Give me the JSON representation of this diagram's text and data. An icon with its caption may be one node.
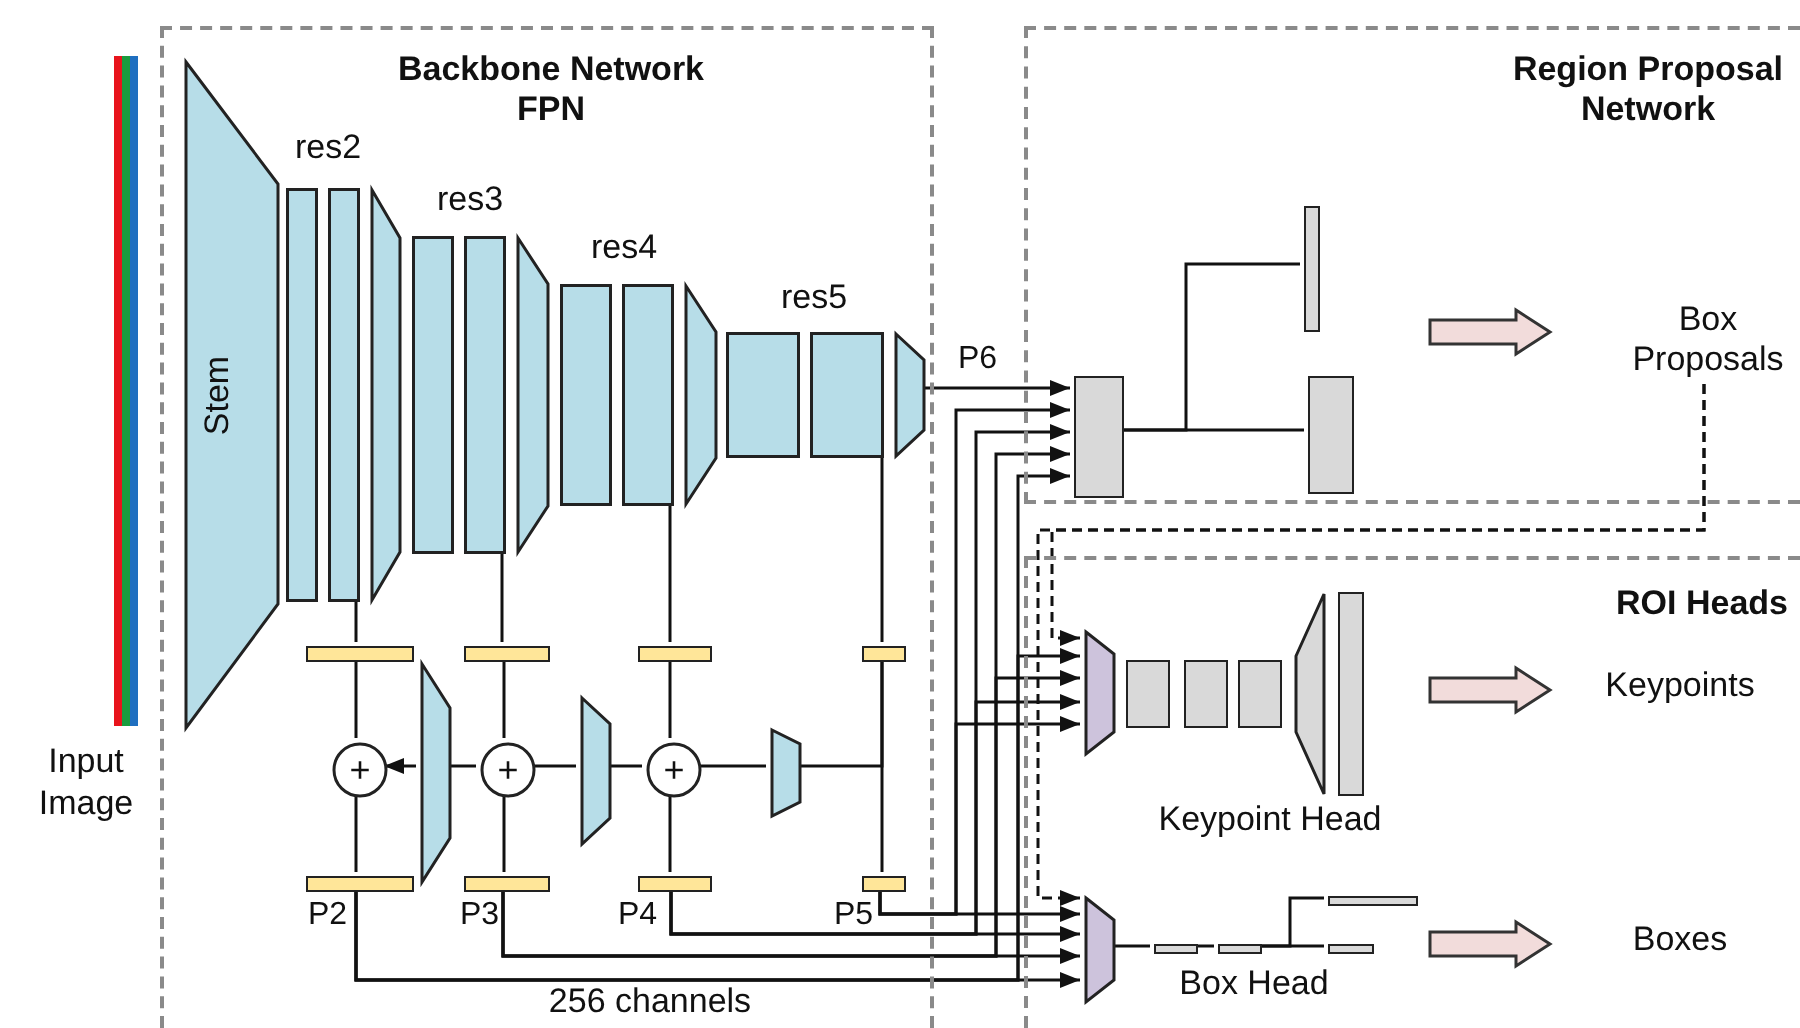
{
  "diagram": {
    "nodes": [
      {
        "text": [
          "Input Image"
        ]
      },
      {
        "text": [
          "Backbone Network FPN"
        ]
      },
      {
        "text": [
          "Stem"
        ],
        "in": 1
      },
      {
        "text": [
          "res2"
        ],
        "in": 1
      },
      {
        "text": [
          "res3"
        ],
        "in": 1
      },
      {
        "text": [
          "res4"
        ],
        "in": 1
      },
      {
        "text": [
          "res5"
        ],
        "in": 1
      },
      {
        "text": [],
        "shape": "bar",
        "in": 1
      },
      {
        "text": [],
        "shape": "bar",
        "in": 1
      },
      {
        "text": [],
        "shape": "bar",
        "in": 1
      },
      {
        "text": [],
        "shape": "bar",
        "in": 1
      },
      {
        "text": [
          "+"
        ],
        "in": 1
      },
      {
        "text": [
          "+"
        ],
        "in": 1
      },
      {
        "text": [
          "+"
        ],
        "in": 1
      },
      {
        "text": [],
        "shape": "trapezoid",
        "in": 1
      },
      {
        "text": [],
        "shape": "trapezoid",
        "in": 1
      },
      {
        "text": [],
        "shape": "trapezoid",
        "in": 1
      },
      {
        "text": [],
        "shape": "bar",
        "in": 1,
        "beside": [
          "P2"
        ]
      },
      {
        "text": [],
        "shape": "bar",
        "in": 1,
        "beside": [
          "P3"
        ]
      },
      {
        "text": [],
        "shape": "bar",
        "in": 1,
        "beside": [
          "P4"
        ]
      },
      {
        "text": [],
        "shape": "bar",
        "in": 1,
        "beside": [
          "P5"
        ]
      },
      {
        "text": [
          "Region Proposal Network"
        ]
      },
      {
        "text": [],
        "shape": "box",
        "in": 21
      },
      {
        "text": [],
        "shape": "bar",
        "in": 21
      },
      {
        "text": [],
        "shape": "box",
        "in": 21
      },
      {
        "text": [
          "Box Proposals"
        ],
        "in": 21
      },
      {
        "text": [
          "ROI Heads"
        ]
      },
      {
        "text": [],
        "shape": "trapezoid",
        "in": 26
      },
      {
        "text": [],
        "shape": "box",
        "in": 26
      },
      {
        "text": [],
        "shape": "box",
        "in": 26
      },
      {
        "text": [],
        "shape": "box",
        "in": 26
      },
      {
        "text": [],
        "shape": "trapezoid",
        "in": 26
      },
      {
        "text": [],
        "shape": "bar",
        "in": 26
      },
      {
        "text": [
          "Keypoints"
        ],
        "in": 26
      },
      {
        "text": [],
        "shape": "trapezoid",
        "in": 26
      },
      {
        "text": [],
        "shape": "bar",
        "in": 26
      },
      {
        "text": [],
        "shape": "bar",
        "in": 26
      },
      {
        "text": [],
        "shape": "bar",
        "in": 26
      },
      {
        "text": [],
        "shape": "bar",
        "in": 26
      },
      {
        "text": [
          "Boxes"
        ],
        "in": 26
      }
    ],
    "edges": [
      {
        "from": 3,
        "to": 7,
        "arrow": "none"
      },
      {
        "from": 4,
        "to": 8,
        "arrow": "none"
      },
      {
        "from": 5,
        "to": 9,
        "arrow": "none"
      },
      {
        "from": 6,
        "to": 10,
        "arrow": "none"
      },
      {
        "from": 7,
        "to": 11,
        "arrow": "none"
      },
      {
        "from": 8,
        "to": 12,
        "arrow": "none"
      },
      {
        "from": 9,
        "to": 13,
        "arrow": "none"
      },
      {
        "from": 10,
        "to": 20,
        "arrow": "none"
      },
      {
        "from": 10,
        "to": 16,
        "arrow": "none"
      },
      {
        "from": 16,
        "to": 13,
        "arrow": "none"
      },
      {
        "from": 13,
        "to": 15,
        "arrow": "none"
      },
      {
        "from": 15,
        "to": 12,
        "arrow": "none"
      },
      {
        "from": 12,
        "to": 14,
        "arrow": "none"
      },
      {
        "from": 14,
        "to": 11,
        "arrow": "to"
      },
      {
        "from": 11,
        "to": 17,
        "arrow": "none"
      },
      {
        "from": 12,
        "to": 18,
        "arrow": "none"
      },
      {
        "from": 13,
        "to": 19,
        "arrow": "none"
      },
      {
        "from": 6,
        "to": 22,
        "arrow": "to",
        "label": "P6"
      },
      {
        "from": 20,
        "to": 22,
        "arrow": "to"
      },
      {
        "from": 19,
        "to": 22,
        "arrow": "to"
      },
      {
        "from": 18,
        "to": 22,
        "arrow": "to"
      },
      {
        "from": 17,
        "to": 22,
        "arrow": "to"
      },
      {
        "from": 17,
        "to": 27,
        "arrow": "to"
      },
      {
        "from": 18,
        "to": 27,
        "arrow": "to"
      },
      {
        "from": 19,
        "to": 27,
        "arrow": "to"
      },
      {
        "from": 20,
        "to": 27,
        "arrow": "to"
      },
      {
        "from": 20,
        "to": 34,
        "arrow": "to"
      },
      {
        "from": 19,
        "to": 34,
        "arrow": "to"
      },
      {
        "from": 18,
        "to": 34,
        "arrow": "to"
      },
      {
        "from": 17,
        "to": 34,
        "arrow": "to"
      },
      {
        "from": 22,
        "to": 23,
        "arrow": "none"
      },
      {
        "from": 22,
        "to": 24,
        "arrow": "none"
      },
      {
        "from": 24,
        "to": 25,
        "arrow": "to",
        "style": "thick",
        "color": "#f2dcdb"
      },
      {
        "from": 25,
        "to": 27,
        "arrow": "to",
        "style": "dashed"
      },
      {
        "from": 25,
        "to": 34,
        "arrow": "to",
        "style": "dashed"
      },
      {
        "from": 34,
        "to": 35,
        "arrow": "none"
      },
      {
        "from": 35,
        "to": 36,
        "arrow": "none"
      },
      {
        "from": 36,
        "to": 37,
        "arrow": "none"
      },
      {
        "from": 36,
        "to": 38,
        "arrow": "none"
      },
      {
        "from": 32,
        "to": 33,
        "arrow": "to",
        "style": "thick",
        "color": "#f2dcdb"
      },
      {
        "from": 38,
        "to": 39,
        "arrow": "to",
        "style": "thick",
        "color": "#f2dcdb"
      }
    ],
    "labels": [
      "Keypoint Head",
      "Box Head",
      "256 channels"
    ]
  }
}
